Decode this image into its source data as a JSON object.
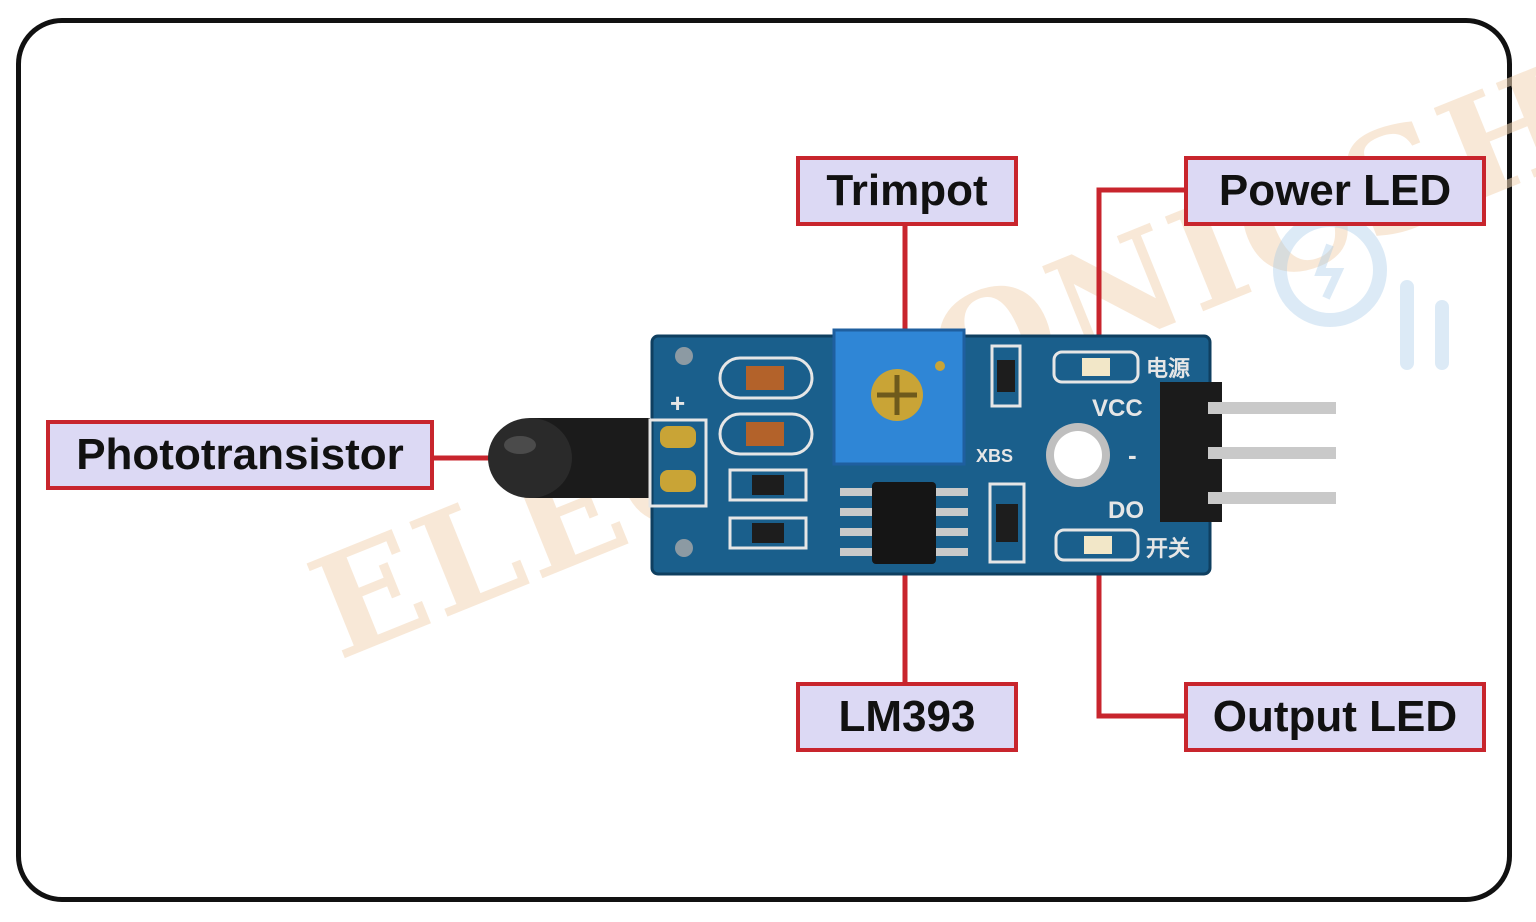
{
  "labels": {
    "trimpot": "Trimpot",
    "power_led": "Power LED",
    "phototransistor": "Phototransistor",
    "lm393": "LM393",
    "output_led": "Output LED"
  },
  "board_silkscreen": {
    "plus": "+",
    "vcc": "VCC",
    "gnd": "-",
    "do": "DO",
    "power_cn": "电源",
    "switch_cn": "开关",
    "xbs": "XBS"
  },
  "watermark": {
    "text": "ELECTRONICSHUB"
  },
  "colors": {
    "frame": "#111111",
    "label_fill": "#dcd9f4",
    "label_border": "#c8252d",
    "leader_line": "#c8252d",
    "pcb": "#1a5f8c",
    "trimpot": "#2f86d6",
    "header_pins": "#c9c9c9"
  }
}
